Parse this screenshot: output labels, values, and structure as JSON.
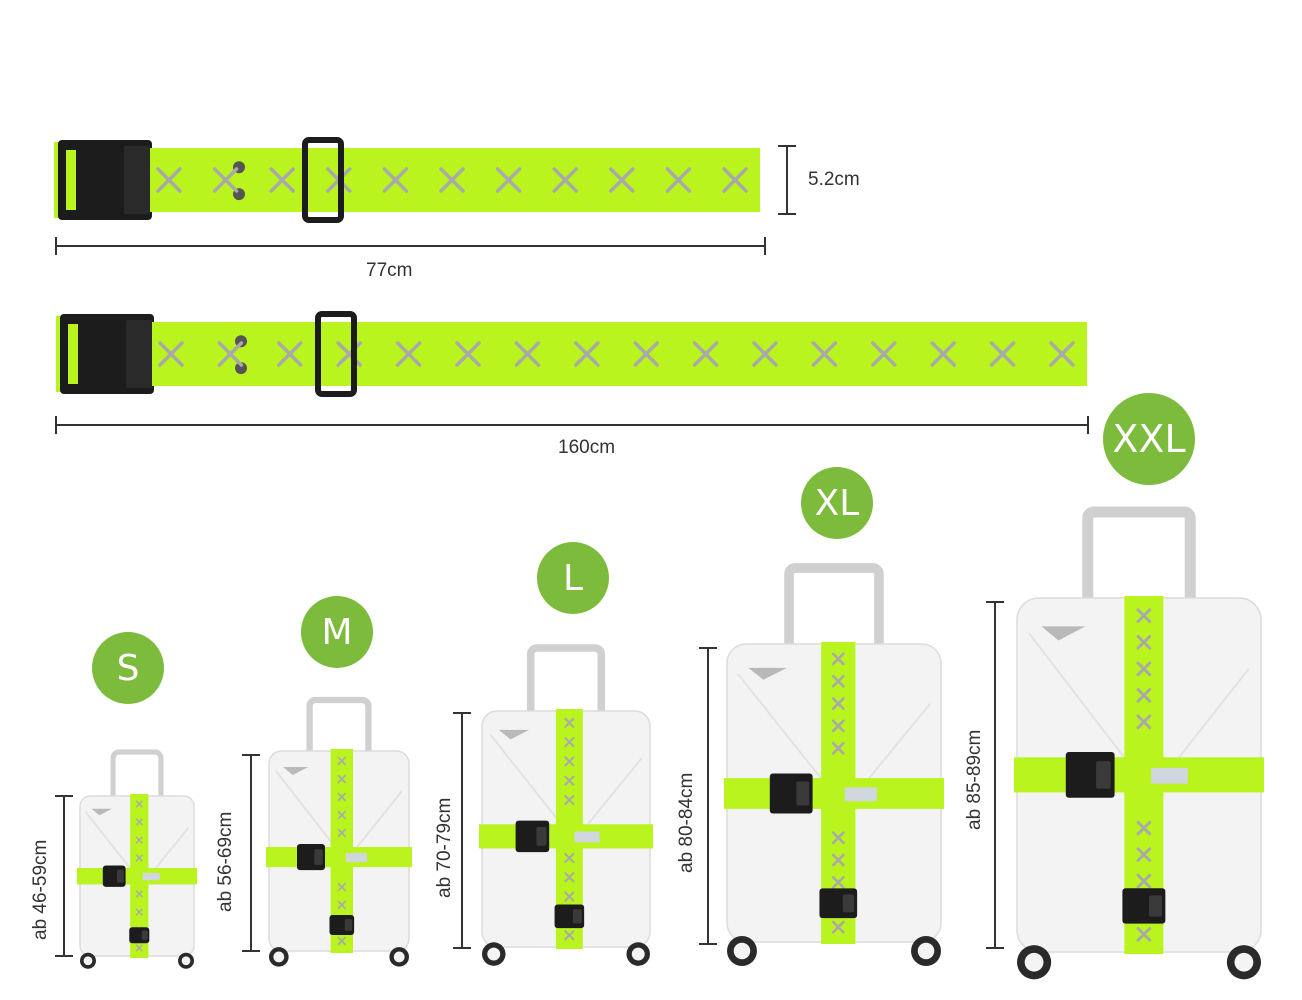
{
  "colors": {
    "strap": "#b9f41e",
    "badge": "#7dbb3c",
    "buckle": "#1c1c1c",
    "x_mark": "#a9a9a9",
    "suitcase": "#f3f3f3",
    "line": "#333333"
  },
  "straps": [
    {
      "length_label": "77cm",
      "width_label": "5.2cm"
    },
    {
      "length_label": "160cm"
    }
  ],
  "sizes": [
    {
      "label": "S",
      "height_label": "ab 46-59cm"
    },
    {
      "label": "M",
      "height_label": "ab 56-69cm"
    },
    {
      "label": "L",
      "height_label": "ab 70-79cm"
    },
    {
      "label": "XL",
      "height_label": "ab 80-84cm"
    },
    {
      "label": "XXL",
      "height_label": "ab 85-89cm"
    }
  ]
}
